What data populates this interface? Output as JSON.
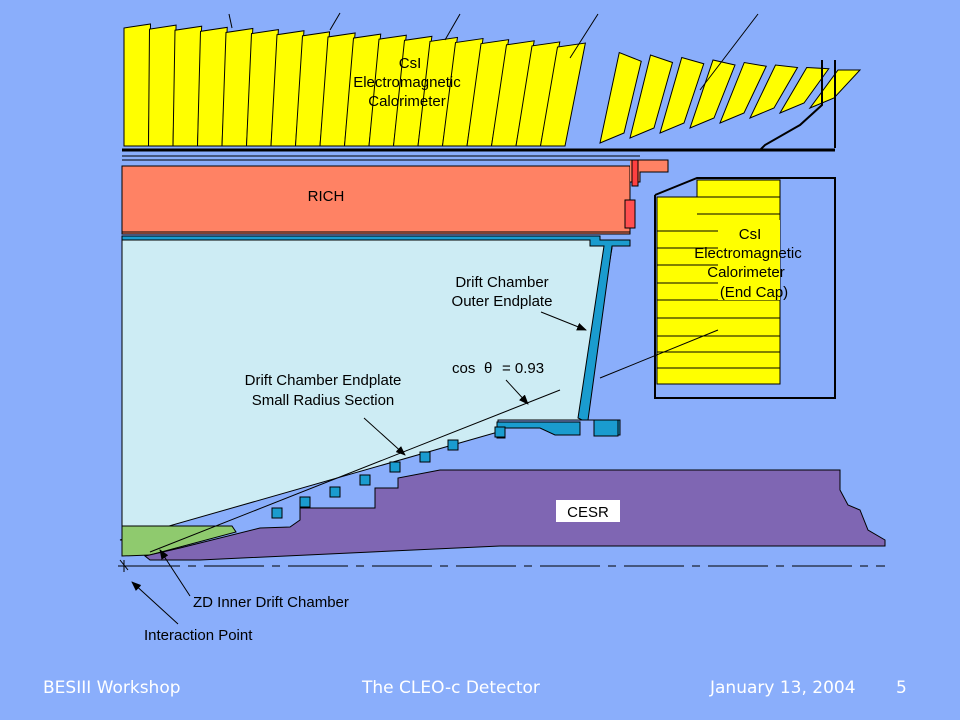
{
  "labels": {
    "csi_barrel": [
      "CsI",
      "Electromagnetic",
      "Calorimeter"
    ],
    "rich": "RICH",
    "csi_endcap": [
      "CsI",
      "Electromagnetic",
      "Calorimeter",
      "(End  Cap)"
    ],
    "outer_endplate": [
      "Drift  Chamber",
      "Outer  Endplate"
    ],
    "cos_theta_prefix": "cos",
    "cos_theta_symbol": "θ",
    "cos_theta_value": "= 0.93",
    "small_radius": [
      "Drift  Chamber  Endplate",
      "Small  Radius  Section"
    ],
    "cesr": "CESR",
    "zd": "ZD Inner Drift Chamber",
    "interaction_point": "Interaction  Point"
  },
  "footer": {
    "left": "BESIII Workshop",
    "center": "The CLEO-c Detector",
    "right": "January 13, 2004",
    "page": "5"
  },
  "colors": {
    "background": "#8aaefb",
    "calorimeter": "#ffff00",
    "rich": "#ff8264",
    "drift_chamber": "#cdecf4",
    "cesr": "#7f66b3",
    "endplate": "#1a9ccf",
    "zd": "#8fca6e"
  }
}
